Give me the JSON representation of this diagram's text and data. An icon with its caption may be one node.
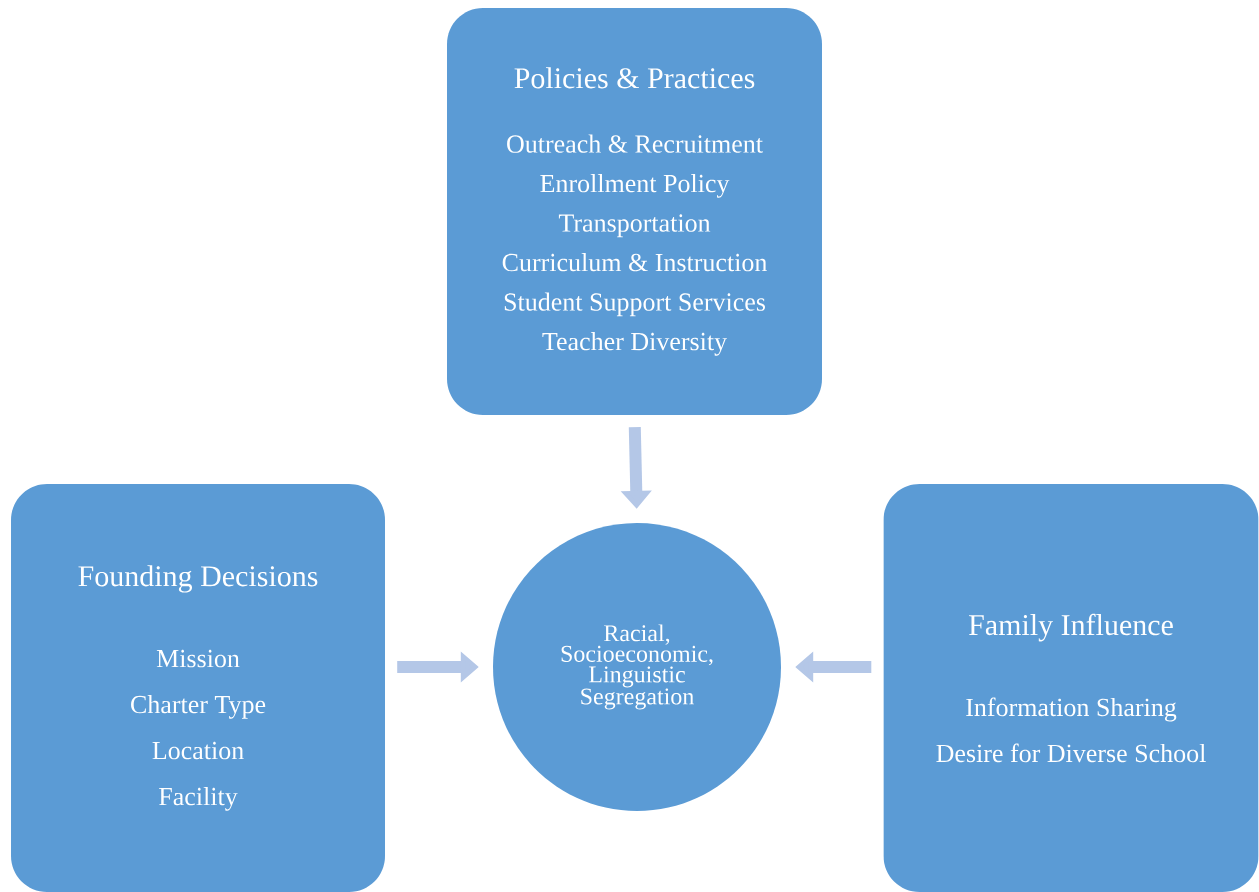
{
  "diagram": {
    "nodes": [
      {
        "text": [
          "Policies & Practices",
          "Outreach & Recruitment",
          "Enrollment Policy",
          "Transportation",
          "Curriculum & Instruction",
          "Student Support Services",
          "Teacher Diversity"
        ]
      },
      {
        "text": [
          "Founding Decisions",
          "Mission",
          "Charter Type",
          "Location",
          "Facility"
        ]
      },
      {
        "text": [
          "Racial, Socioeconomic, Linguistic Segregation"
        ]
      },
      {
        "text": [
          "Family Influence",
          "Information Sharing",
          "Desire for Diverse School"
        ]
      }
    ],
    "edges": [
      {
        "from": 0,
        "to": 2,
        "arrow": "to"
      },
      {
        "from": 1,
        "to": 2,
        "arrow": "to"
      },
      {
        "from": 3,
        "to": 2,
        "arrow": "to"
      }
    ]
  }
}
